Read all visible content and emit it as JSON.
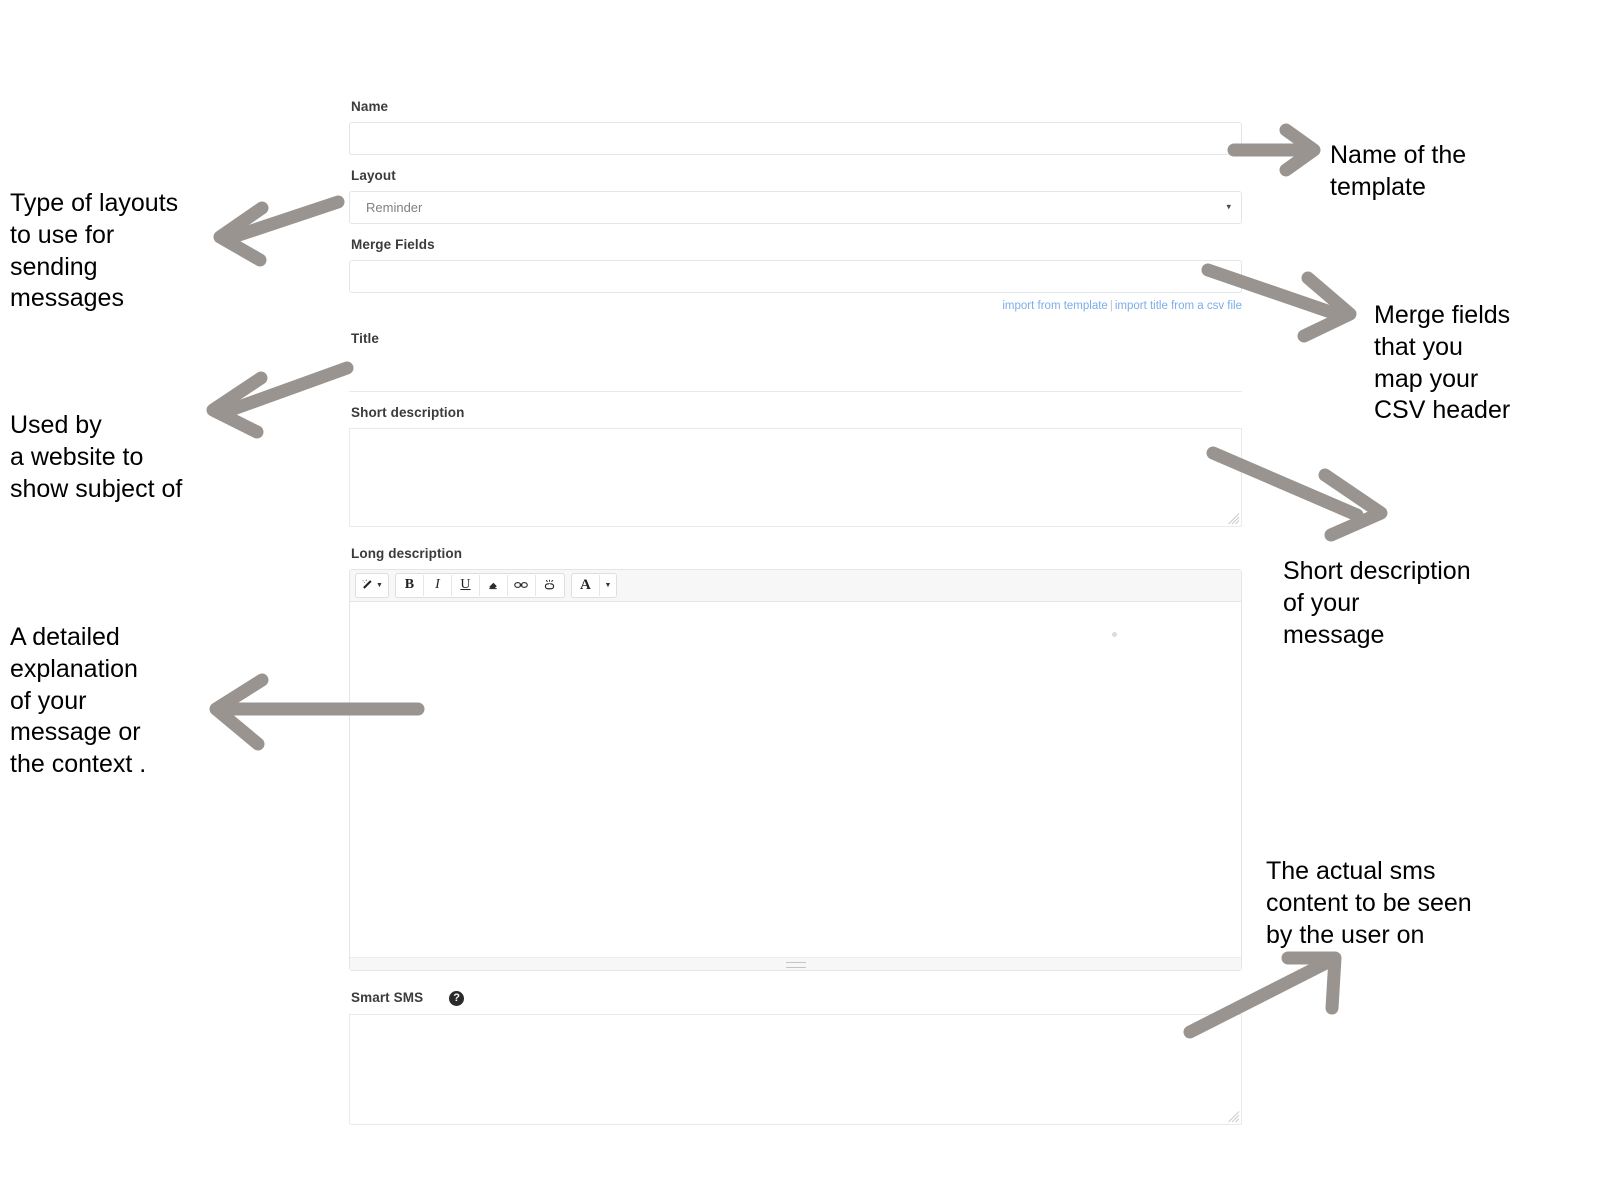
{
  "form": {
    "fields": {
      "name": {
        "label": "Name",
        "value": "",
        "placeholder": ""
      },
      "layout": {
        "label": "Layout",
        "value": "Reminder",
        "caret": "▾"
      },
      "merge_fields": {
        "label": "Merge Fields",
        "value": "",
        "placeholder": ""
      },
      "title": {
        "label": "Title",
        "value": "",
        "placeholder": ""
      },
      "short_description": {
        "label": "Short description",
        "value": "",
        "placeholder": ""
      },
      "long_description": {
        "label": "Long description",
        "value": ""
      },
      "smart_sms": {
        "label": "Smart SMS",
        "help": "?",
        "value": "",
        "placeholder": ""
      }
    },
    "import_links": {
      "template": "import from template",
      "separator": "|",
      "csv": "import title from a csv file"
    },
    "editor_toolbar": {
      "buttons": [
        {
          "name": "magic-wand-icon",
          "glyph": "✨",
          "caret": "▾"
        },
        {
          "name": "bold-button",
          "glyph": "B"
        },
        {
          "name": "italic-button",
          "glyph": "I"
        },
        {
          "name": "underline-button",
          "glyph": "U"
        },
        {
          "name": "remove-format-button",
          "glyph": "⌫"
        },
        {
          "name": "link-button",
          "glyph": "🔗"
        },
        {
          "name": "unlink-button",
          "glyph": "⛓"
        },
        {
          "name": "text-color-button",
          "glyph": "A",
          "caret": "▾"
        }
      ]
    }
  },
  "annotations": {
    "layouts": "Type of layouts\nto use for\nsending\nmessages",
    "title": "Used by\na website to\nshow subject of",
    "long_description": "A detailed\nexplanation\nof your\nmessage or\nthe context .",
    "name": "Name of the\ntemplate",
    "merge_fields": "Merge fields\nthat you\nmap your\nCSV header",
    "short_description": "Short description\nof your\nmessage",
    "smart_sms": "The actual sms\ncontent to be seen\nby the user on"
  },
  "colors": {
    "arrow": "#999490",
    "link": "#7badea",
    "label": "#3b3b3b",
    "border": "#e3e5e8"
  }
}
